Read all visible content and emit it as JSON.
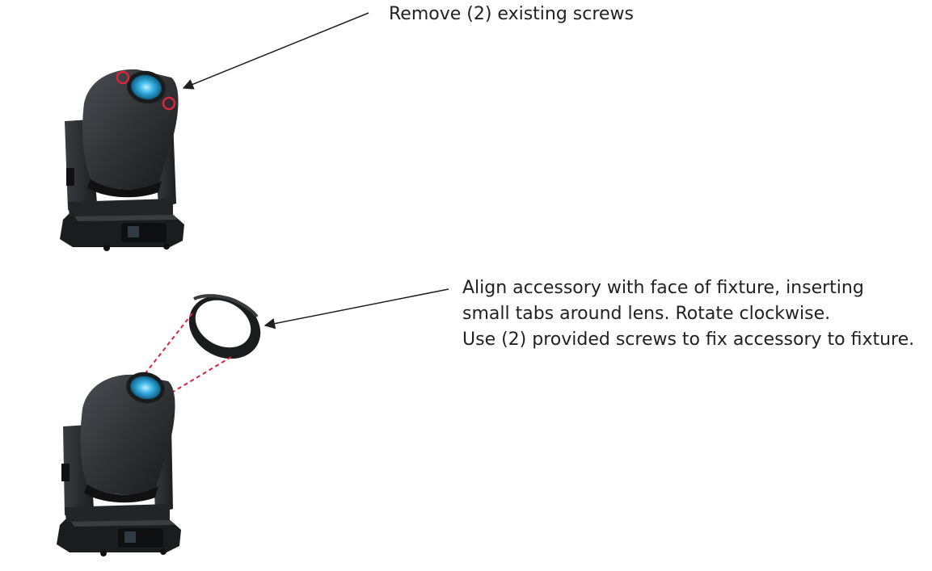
{
  "steps": [
    {
      "id": "remove-screws",
      "text": "Remove (2) existing screws"
    },
    {
      "id": "install-accessory",
      "lines": [
        "Align accessory with face of fixture, inserting",
        "small tabs around lens.  Rotate clockwise.",
        "Use (2) provided screws to fix accessory to fixture."
      ]
    }
  ],
  "colors": {
    "fixture_body": "#2b2d30",
    "fixture_dark": "#17181a",
    "lens_glow": "#3ab4e6",
    "screw_marker": "#d7263d",
    "guide_line": "#d7263d",
    "arrow": "#231f20",
    "text": "#231f20"
  }
}
